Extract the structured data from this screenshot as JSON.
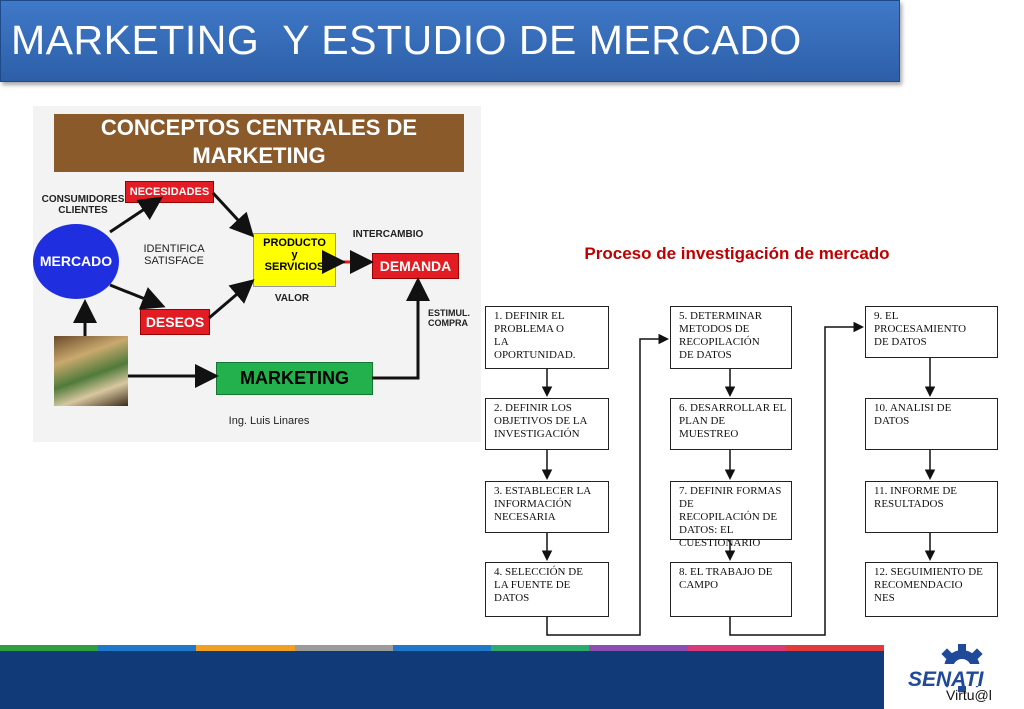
{
  "slide": {
    "title": "MARKETING  Y ESTUDIO DE MERCADO"
  },
  "concepts": {
    "title_line1": "CONCEPTOS CENTRALES DE",
    "title_line2": "MARKETING",
    "consumidores": "CONSUMIDORES",
    "clientes": "CLIENTES",
    "necesidades": "NECESIDADES",
    "mercado": "MERCADO",
    "identifica": "IDENTIFICA",
    "satisface": "SATISFACE",
    "deseos": "DESEOS",
    "producto_line1": "PRODUCTO",
    "producto_line2": "y",
    "producto_line3": "SERVICIOS",
    "valor": "VALOR",
    "intercambio": "INTERCAMBIO",
    "demanda": "DEMANDA",
    "estimula_line1": "ESTIMUL.",
    "estimula_line2": "COMPRA",
    "marketing": "MARKETING",
    "author": "Ing. Luis Linares"
  },
  "process": {
    "title": "Proceso de investigación de mercado",
    "steps": [
      "1. DEFINIR EL\n  PROBLEMA O\n  LA\n  OPORTUNIDAD.",
      "2. DEFINIR LOS\nOBJETIVOS DE LA\nINVESTIGACIÓN",
      "3. ESTABLECER LA\n  INFORMACIÓN\n  NECESARIA",
      "4. SELECCIÓN DE\n  LA FUENTE DE\n  DATOS",
      "5. DETERMINAR\n  METODOS DE\n  RECOPILACIÓN\n  DE DATOS",
      "6. DESARROLLAR EL\n  PLAN DE\n  MUESTREO",
      "7. DEFINIR FORMAS DE\n  RECOPILACIÓN DE\n  DATOS: EL\n  CUESTIONARIO",
      "8. EL TRABAJO DE\n  CAMPO",
      "9. EL\n  PROCESAMIENTO\n  DE DATOS",
      "10. ANALISI DE\n  DATOS",
      "11. INFORME DE\n  RESULTADOS",
      "12. SEGUIMIENTO DE\n  RECOMENDACIO\n  NES"
    ]
  },
  "footer": {
    "logo_name": "SENATI",
    "logo_sub": "Virtu@l",
    "stripe_colors": [
      "#2e9e3e",
      "#1f78c8",
      "#f0a020",
      "#9b9b9b",
      "#1f78c8",
      "#2eaa6e",
      "#8a4fb0",
      "#d63a7a",
      "#e23a3a"
    ]
  }
}
